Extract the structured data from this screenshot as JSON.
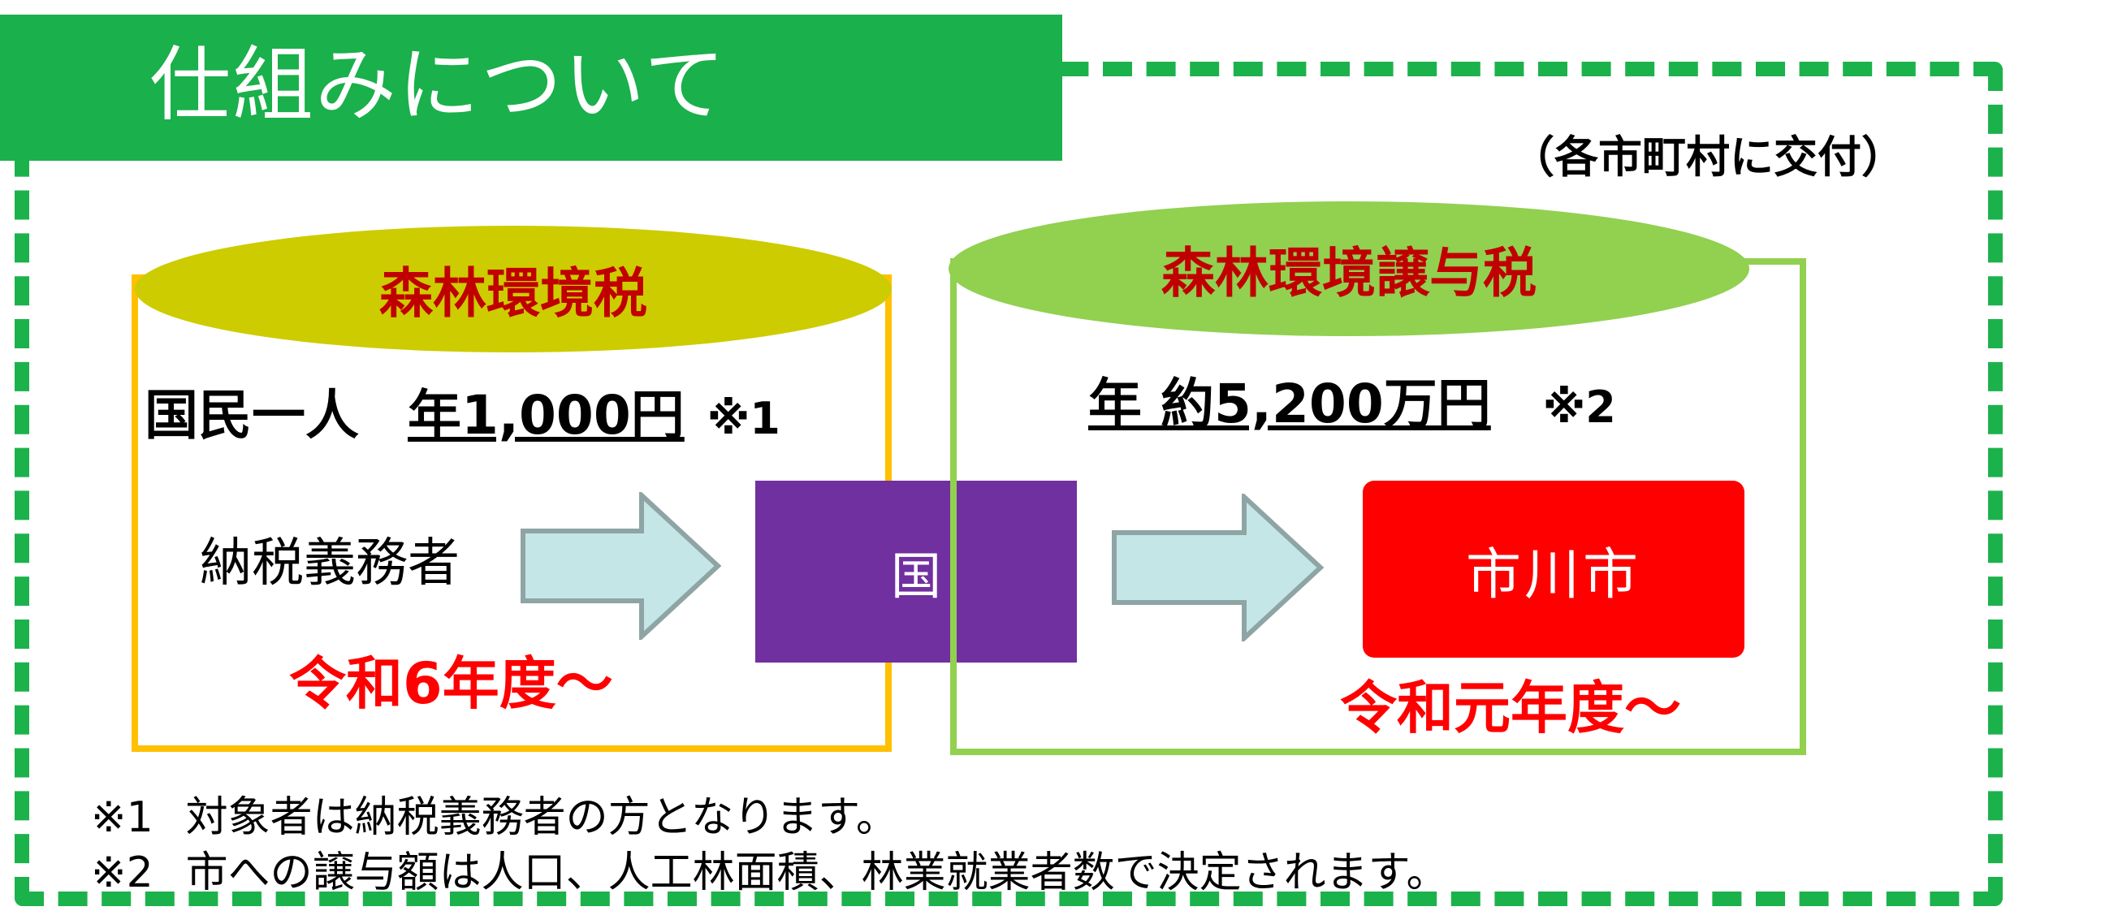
{
  "title": "仕組みについて",
  "top_note": "（各市町村に交付）",
  "left_panel": {
    "tax_name": "森林環境税",
    "per_person": "国民一人",
    "amount": "年1,000円",
    "note_mark": "※1",
    "taxpayer": "納税義務者",
    "start_year": "令和6年度～"
  },
  "center": {
    "label": "国"
  },
  "right_panel": {
    "tax_name": "森林環境譲与税",
    "amount": "年 約5,200万円",
    "note_mark": "※2",
    "recipient": "市川市",
    "start_year": "令和元年度～"
  },
  "footnotes": [
    {
      "mark": "※1",
      "text": "対象者は納税義務者の方となります。"
    },
    {
      "mark": "※2",
      "text": "市への譲与額は人口、人工林面積、林業就業者数で決定されます。"
    }
  ],
  "colors": {
    "green_banner": "#1ab04b",
    "dashed_border": "#1cb24b",
    "left_oval": "#cccc00",
    "left_border": "#ffc000",
    "right_oval": "#92d050",
    "right_border": "#92d050",
    "kuni_box": "#7030a0",
    "city_box": "#ff0000",
    "arrow_fill": "#c5e6e6",
    "arrow_stroke": "#8fa4a4",
    "heading_red": "#c00000",
    "year_red": "#ff0000"
  }
}
